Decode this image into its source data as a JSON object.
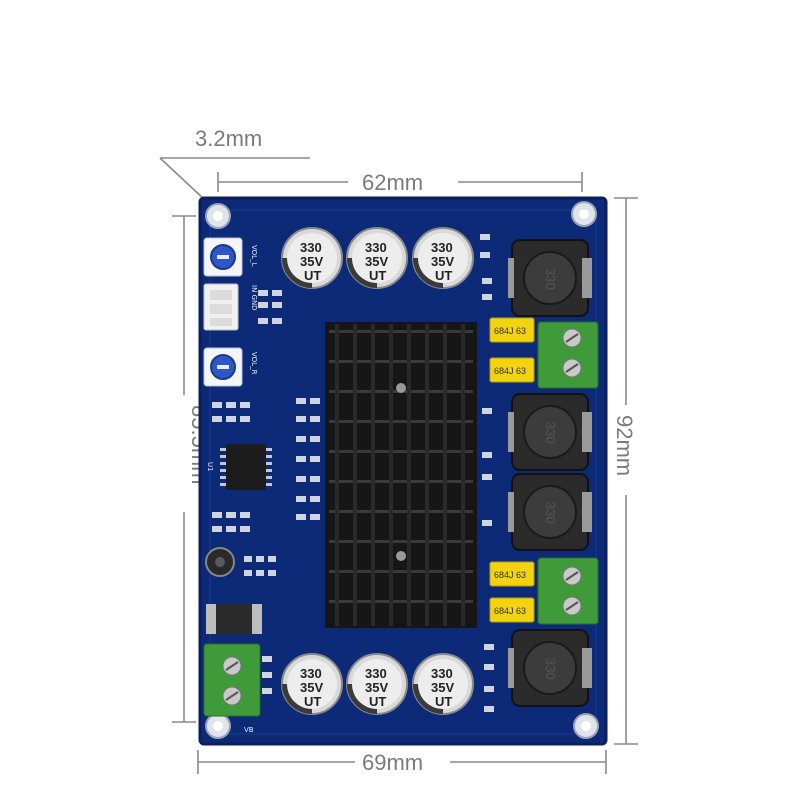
{
  "dimensions": {
    "hole_offset": "3.2mm",
    "hole_spacing_width": "62mm",
    "board_width": "69mm",
    "hole_spacing_height": "85.5mm",
    "board_height": "92mm"
  },
  "capacitors": {
    "marking_line1": "330",
    "marking_line2": "35V",
    "marking_line3": "UT"
  },
  "inductors": {
    "marking": "330"
  },
  "film_caps": {
    "top_1": "684J 63",
    "top_2": "684J 63",
    "bottom_1": "684J 63",
    "bottom_2": "684J 63"
  },
  "silkscreen": {
    "vol_l": "VOL_L",
    "vol_r": "VOL_R",
    "in_gnd": "IN GND",
    "ic": "U1",
    "power": "VB"
  },
  "colors": {
    "pcb": "#0d2a78",
    "pcb_edge": "#0a1f5c",
    "heatsink": "#1a1a1a",
    "terminal": "#3f9a3a",
    "film_cap": "#f2d312",
    "dimension": "#8a8a8a"
  }
}
